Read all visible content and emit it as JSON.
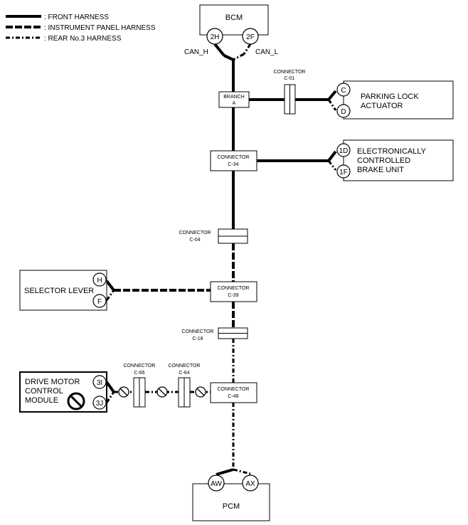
{
  "legend": {
    "front": ": FRONT HARNESS",
    "ip": ": INSTRUMENT PANEL HARNESS",
    "rear": ": REAR No.3 HARNESS"
  },
  "bcm": {
    "title": "BCM",
    "pin_left": "2H",
    "pin_right": "2F",
    "can_h": "CAN_H",
    "can_l": "CAN_L"
  },
  "branch": {
    "line1": "BRANCH",
    "line2": "A"
  },
  "c01": {
    "line1": "CONNECTOR",
    "line2": "C-01"
  },
  "parking": {
    "line1": "PARKING LOCK",
    "line2": "ACTUATOR",
    "pin_top": "C",
    "pin_bottom": "D"
  },
  "c34": {
    "line1": "CONNECTOR",
    "line2": "C-34"
  },
  "brake": {
    "line1": "ELECTRONICALLY",
    "line2": "CONTROLLED",
    "line3": "BRAKE UNIT",
    "pin_top": "1D",
    "pin_bottom": "1F"
  },
  "c04": {
    "line1": "CONNECTOR",
    "line2": "C-04"
  },
  "selector": {
    "title": "SELECTOR LEVER",
    "pin_top": "H",
    "pin_bottom": "F"
  },
  "c39": {
    "line1": "CONNECTOR",
    "line2": "C-39"
  },
  "c18": {
    "line1": "CONNECTOR",
    "line2": "C-18"
  },
  "dmcm": {
    "line1": "DRIVE MOTOR",
    "line2": "CONTROL",
    "line3": "MODULE",
    "pin_top": "3I",
    "pin_bottom": "3J"
  },
  "c66": {
    "line1": "CONNECTOR",
    "line2": "C-66"
  },
  "c64": {
    "line1": "CONNECTOR",
    "line2": "C-64"
  },
  "c48": {
    "line1": "CONNECTOR",
    "line2": "C-48"
  },
  "pcm": {
    "title": "PCM",
    "pin_left": "AW",
    "pin_right": "AX"
  }
}
